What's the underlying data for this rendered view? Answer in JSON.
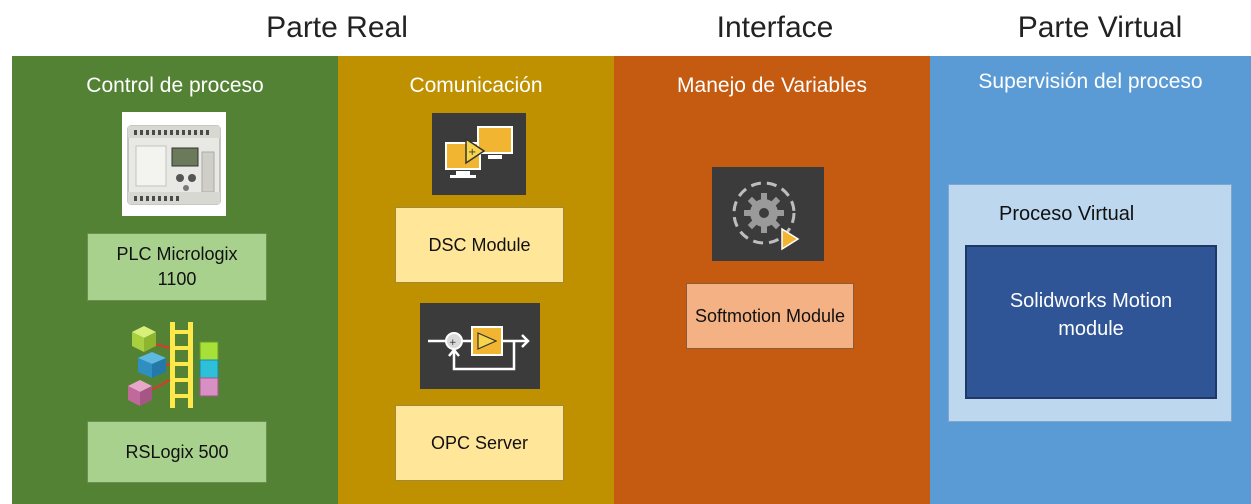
{
  "headers": {
    "real": "Parte Real",
    "interface": "Interface",
    "virtual": "Parte Virtual"
  },
  "columns": {
    "control": {
      "title": "Control de proceso",
      "plc_label": "PLC Micrologix 1100",
      "rslogix_label": "RSLogix 500",
      "color": "#548235"
    },
    "comunicacion": {
      "title": "Comunicación",
      "dsc_label": "DSC Module",
      "opc_label": "OPC Server",
      "color": "#bf9000"
    },
    "variables": {
      "title": "Manejo de Variables",
      "softmotion_label": "Softmotion Module",
      "color": "#c55a11"
    },
    "supervision": {
      "title": "Supervisión del proceso",
      "proceso_virtual_label": "Proceso Virtual",
      "solidworks_label": "Solidworks Motion module",
      "color": "#5b9bd5"
    }
  },
  "icons": {
    "plc": "plc-hardware-icon",
    "rslogix": "ladder-logic-icon",
    "dsc": "networked-computers-icon",
    "opc": "control-loop-icon",
    "softmotion": "gear-motion-icon"
  }
}
